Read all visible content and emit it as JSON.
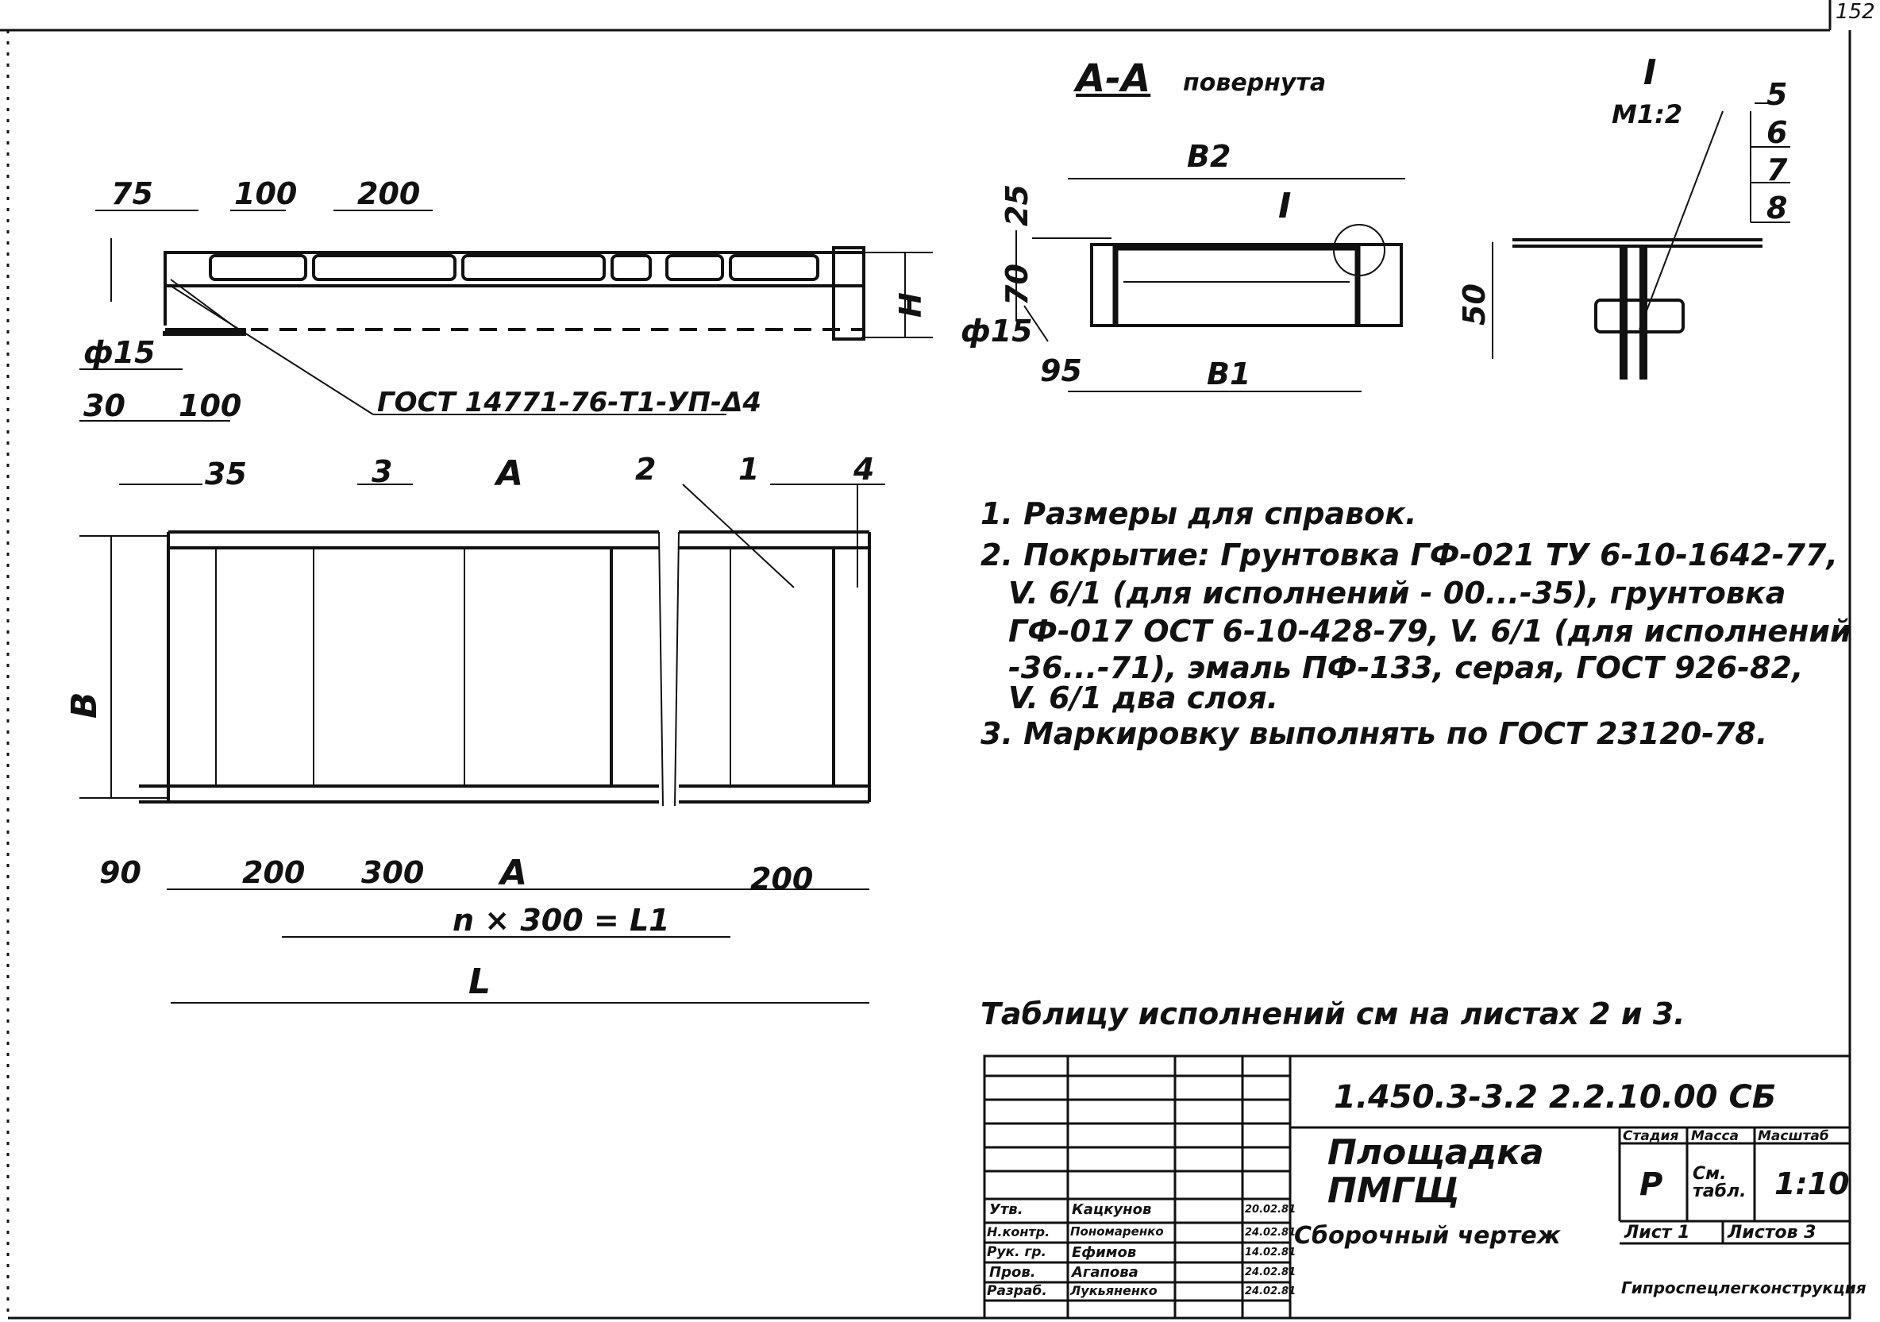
{
  "sheet_number": "152",
  "section": {
    "title": "А-А",
    "subtitle": "повернута"
  },
  "detail": {
    "label": "I",
    "scale": "М1:2",
    "positions": [
      "5",
      "6",
      "7",
      "8"
    ],
    "dim_50": "50"
  },
  "top_view": {
    "dims": {
      "d75": "75",
      "d100": "100",
      "d200": "200",
      "d15": "ф15",
      "d30": "30",
      "d100b": "100",
      "h": "H"
    },
    "gost_label": "ГОСТ 14771-76-Т1-УП-Δ4"
  },
  "section_view": {
    "dims": {
      "b2": "B2",
      "d25": "25",
      "d70": "70",
      "d15": "ф15",
      "d95": "95",
      "b1": "B1",
      "detail_mark": "I"
    }
  },
  "plan_view": {
    "callouts": {
      "c35": "35",
      "c3": "3",
      "cA": "А",
      "c2": "2",
      "c1": "1",
      "c4": "4"
    },
    "dims": {
      "B": "B",
      "d90": "90",
      "d200a": "200",
      "d300": "300",
      "cA2": "А",
      "d200b": "200",
      "formula": "n × 300 = L1",
      "L": "L"
    }
  },
  "notes": [
    "1. Размеры для справок.",
    "2. Покрытие: Грунтовка ГФ-021 ТУ 6-10-1642-77,",
    "V. 6/1 (для исполнений - 00...-35), грунтовка",
    "ГФ-017 ОСТ 6-10-428-79, V. 6/1 (для исполнений",
    "-36...-71), эмаль ПФ-133, серая, ГОСТ 926-82,",
    "V. 6/1 два слоя.",
    "3. Маркировку выполнять по ГОСТ 23120-78."
  ],
  "table_note": "Таблицу исполнений см на листах 2 и 3.",
  "title_block": {
    "designation": "1.450.3-3.2 2.2.10.00 СБ",
    "name_line1": "Площадка",
    "name_line2": "ПМГЩ",
    "doc_type": "Сборочный чертеж",
    "stage_header": "Стадия",
    "mass_header": "Масса",
    "scale_header": "Масштаб",
    "stage": "Р",
    "mass": "См. табл.",
    "scale": "1:10",
    "sheet": "Лист 1",
    "sheets": "Листов 3",
    "organization": "Гипроспецлегконструкция",
    "roles": [
      {
        "role": "Утв.",
        "name": "Кацкунов",
        "date": "20.02.81"
      },
      {
        "role": "Н.контр.",
        "name": "Пономаренко",
        "date": "24.02.81"
      },
      {
        "role": "Рук. гр.",
        "name": "Ефимов",
        "date": "14.02.81"
      },
      {
        "role": "Пров.",
        "name": "Агапова",
        "date": "24.02.81"
      },
      {
        "role": "Разраб.",
        "name": "Лукьяненко",
        "date": "24.02.81"
      }
    ]
  }
}
